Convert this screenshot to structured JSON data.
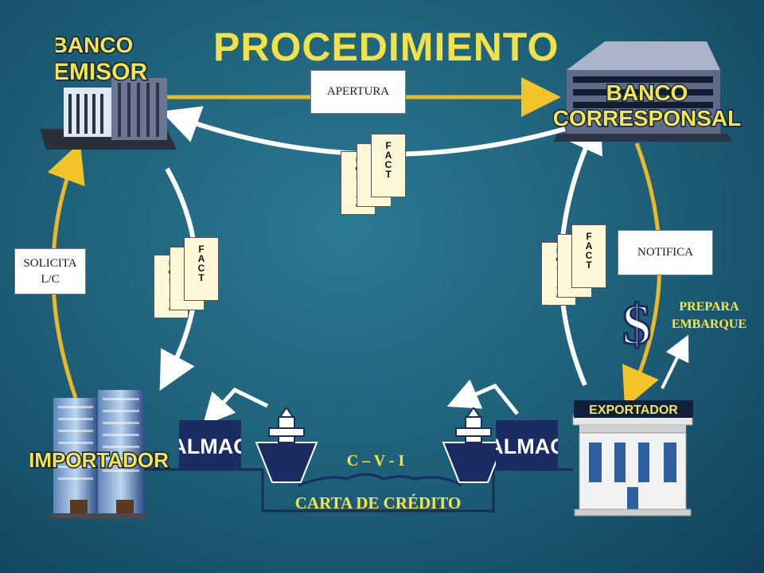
{
  "title": "PROCEDIMIENTO",
  "nodes": {
    "banco_emisor": {
      "line1": "BANCO",
      "line2": "EMISOR"
    },
    "banco_corresponsal": {
      "line1": "BANCO",
      "line2": "CORRESPONSAL"
    },
    "importador": "IMPORTADOR",
    "exportador": "EXPORTADOR",
    "almac_left": "ALMAC",
    "almac_right": "ALMAC"
  },
  "steps": {
    "apertura": "APERTURA",
    "solicita": {
      "line1": "SOLICITA",
      "line2": "L/C"
    },
    "notifica": "NOTIFICA",
    "prepara": {
      "line1": "PREPARA",
      "line2": "EMBARQUE"
    }
  },
  "documents": {
    "fact": [
      "F",
      "A",
      "C",
      "T"
    ],
    "bl": [
      "B",
      "/",
      "L"
    ],
    "poliza": [
      "P",
      "O",
      "L",
      "I",
      "Z",
      "A"
    ]
  },
  "cvi": "C – V - I",
  "carta": "CARTA DE CRÉDITO",
  "dollar": "$",
  "colors": {
    "yellow": "#f4e64a",
    "gold_arrow": "#e8b92a",
    "badge_fill": "#101f3a",
    "navy": "#1b2c63",
    "white": "#ffffff"
  }
}
